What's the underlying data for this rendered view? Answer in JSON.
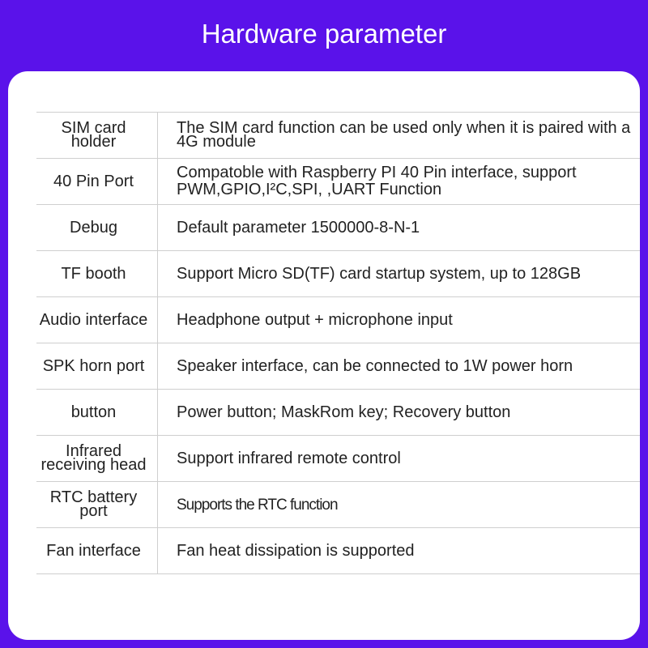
{
  "title": "Hardware parameter",
  "rows": [
    {
      "label": "SIM card holder",
      "value": "The SIM card function can be used only when it is paired with a 4G module"
    },
    {
      "label": "40 Pin Port",
      "value": "Compatoble with Raspberry PI 40 Pin interface, support PWM,GPIO,I²C,SPI, ,UART Function"
    },
    {
      "label": "Debug",
      "value": "Default parameter 1500000-8-N-1"
    },
    {
      "label": "TF booth",
      "value": "Support Micro SD(TF) card startup system, up to 128GB"
    },
    {
      "label": "Audio interface",
      "value": "Headphone output + microphone input"
    },
    {
      "label": "SPK horn port",
      "value": "Speaker interface, can be connected to 1W power horn"
    },
    {
      "label": "button",
      "value": "Power button; MaskRom key; Recovery button"
    },
    {
      "label": "Infrared receiving head",
      "value": "Support infrared remote control"
    },
    {
      "label": "RTC battery port",
      "value": "Supports the RTC function"
    },
    {
      "label": "Fan interface",
      "value": "Fan heat dissipation is supported"
    }
  ],
  "colors": {
    "background": "#5a12ea",
    "card": "#ffffff",
    "divider": "#cfcfcf"
  }
}
